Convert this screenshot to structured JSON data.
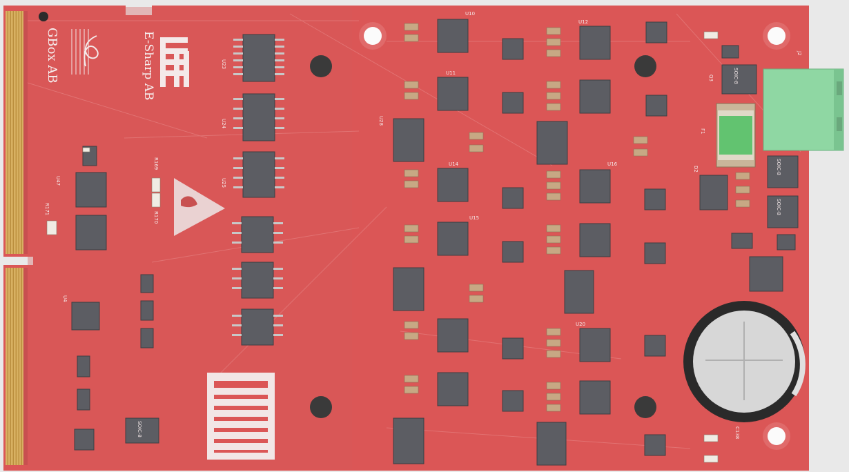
{
  "board": {
    "company_text": "E-Sharp AB",
    "product_text": "GBox AB",
    "colors": {
      "board": "#db5656",
      "silkscreen": "#f0f0f0",
      "ic_body": "#5c5d63",
      "connector": "#8fd7a3",
      "fuse": "#62c370",
      "battery": "#d7d7d7",
      "edge_gold": "#c8a35a"
    }
  },
  "components": {
    "j2": {
      "designator": "J2"
    },
    "f1": {
      "designator": "F1"
    },
    "battery": {
      "designator": "C138"
    },
    "soic_top": {
      "label": "SOIC-8",
      "designator": "Q3"
    },
    "soic_mid": {
      "label": "SOIC-8"
    },
    "soic_low": {
      "label": "SOIC-8"
    },
    "soic_left": {
      "label": "SOIC-8"
    },
    "u4": {
      "designator": "U4"
    },
    "u47": {
      "designator": "U47"
    },
    "u10": {
      "designator": "U10"
    },
    "u11": {
      "designator": "U11"
    },
    "u12": {
      "designator": "U12"
    },
    "u14": {
      "designator": "U14"
    },
    "u15": {
      "designator": "U15"
    },
    "u16": {
      "designator": "U16"
    },
    "u20": {
      "designator": "U20"
    },
    "u23": {
      "designator": "U23"
    },
    "u24": {
      "designator": "U24"
    },
    "u25": {
      "designator": "U25"
    },
    "u28": {
      "designator": "U28"
    },
    "r169": {
      "designator": "R169"
    },
    "r170": {
      "designator": "R170"
    },
    "r171": {
      "designator": "R171"
    },
    "d2": {
      "designator": "D2"
    }
  }
}
